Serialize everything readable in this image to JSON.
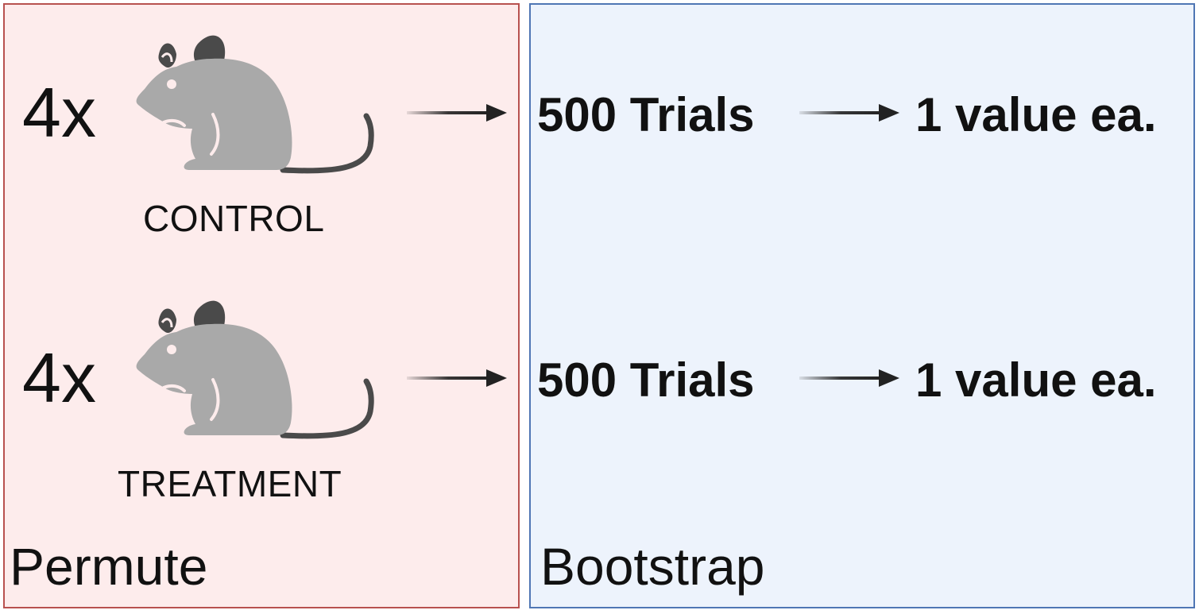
{
  "permute": {
    "label": "Permute",
    "groups": [
      {
        "count": "4x",
        "name": "CONTROL",
        "icon": "mouse-icon"
      },
      {
        "count": "4x",
        "name": "TREATMENT",
        "icon": "mouse-icon"
      }
    ]
  },
  "bootstrap": {
    "label": "Bootstrap",
    "rows": [
      {
        "trials": "500 Trials",
        "result": "1 value ea."
      },
      {
        "trials": "500 Trials",
        "result": "1 value ea."
      }
    ]
  },
  "colors": {
    "permute_border": "#b8514f",
    "permute_fill": "#fdecec",
    "bootstrap_border": "#4f76b4",
    "bootstrap_fill": "#edf3fc",
    "mouse_body": "#a9a9a9",
    "mouse_ear": "#4a4a4a",
    "arrow": "#222222"
  }
}
